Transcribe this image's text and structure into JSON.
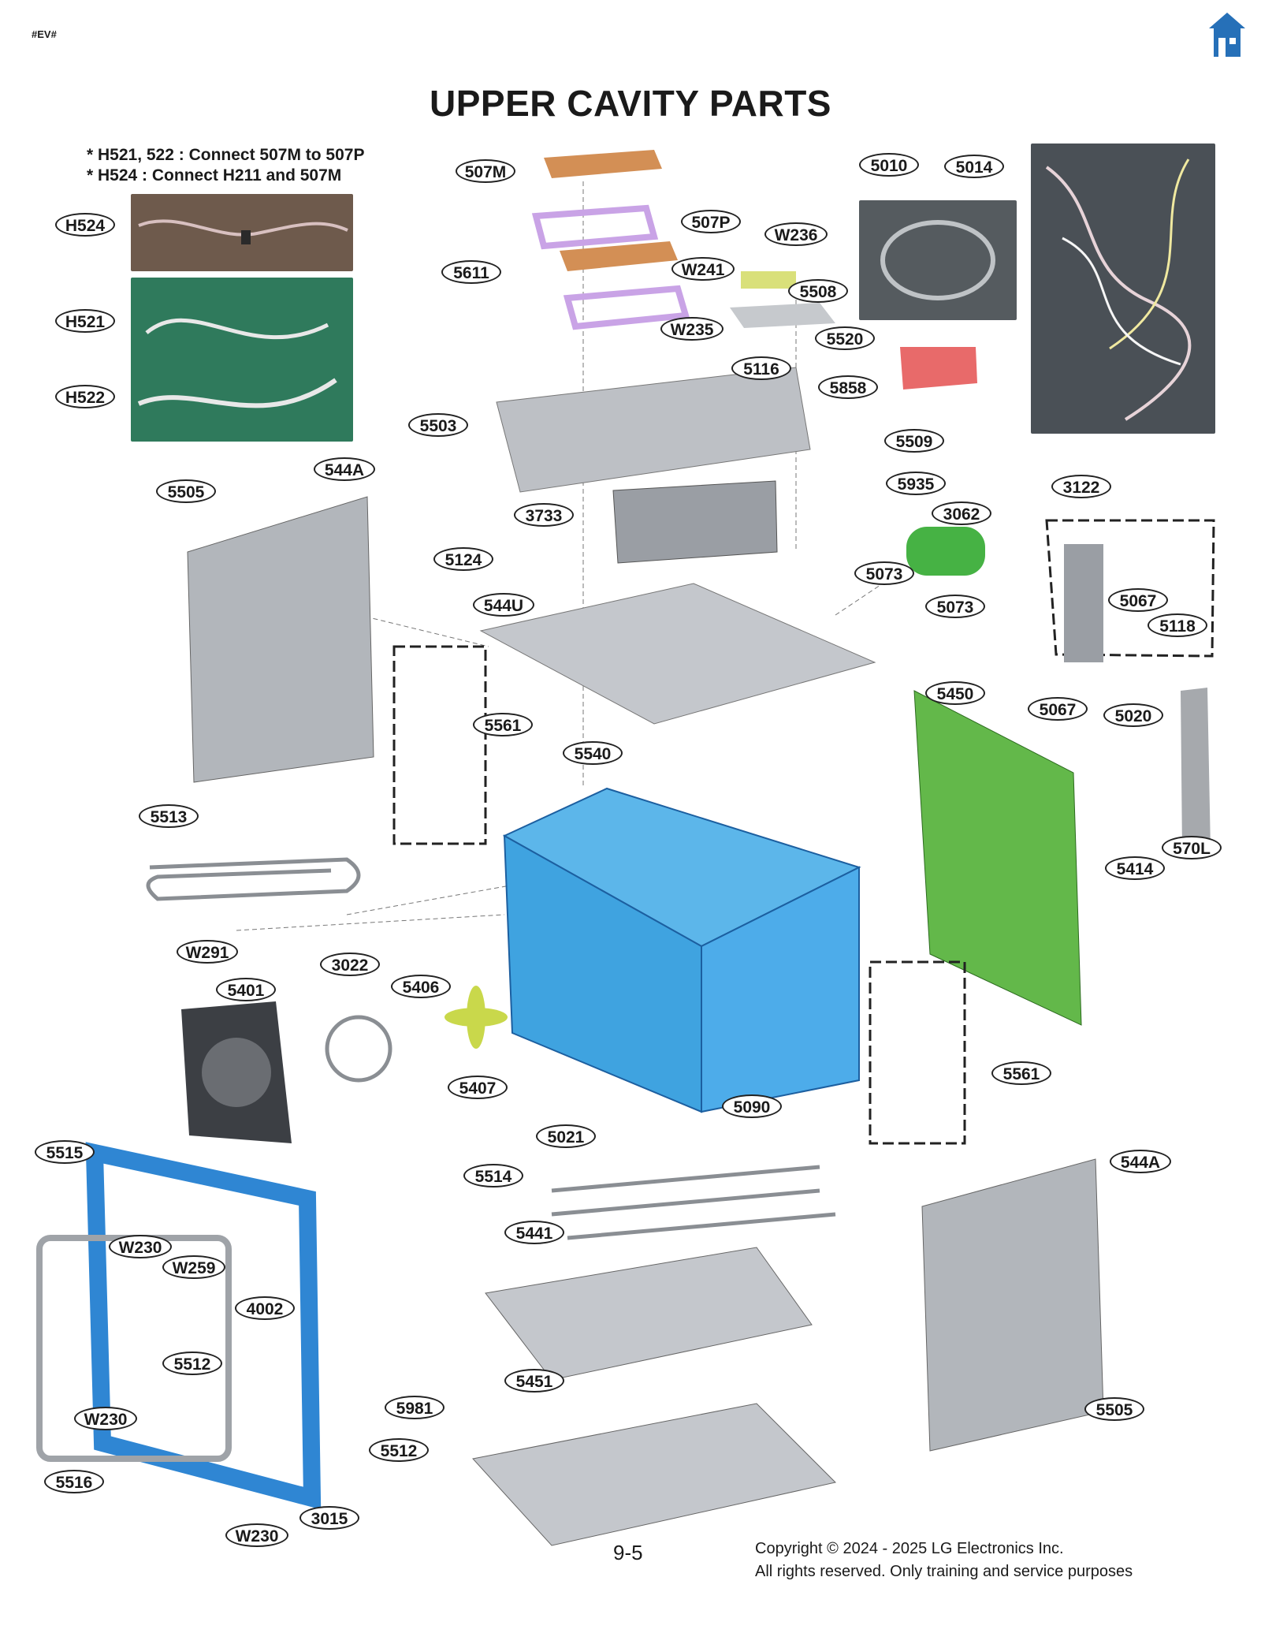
{
  "header": {
    "tag": "#EV#",
    "title": "UPPER CAVITY PARTS",
    "home_icon": "home-icon"
  },
  "notes": [
    "* H521, 522 : Connect 507M to 507P",
    "* H524 : Connect H211 and 507M"
  ],
  "parts": [
    "H524",
    "H521",
    "H522",
    "507M",
    "507P",
    "5611",
    "W236",
    "W241",
    "5508",
    "W235",
    "5520",
    "5010",
    "5014",
    "5116",
    "5858",
    "5509",
    "5503",
    "5935",
    "544A",
    "5505",
    "3733",
    "3062",
    "5124",
    "3122",
    "5073",
    "5067",
    "5118",
    "544U",
    "5561",
    "5540",
    "5450",
    "5020",
    "5513",
    "570L",
    "5414",
    "W291",
    "3022",
    "5406",
    "5401",
    "5407",
    "5090",
    "5021",
    "5515",
    "5514",
    "W230",
    "W259",
    "5441",
    "4002",
    "5512",
    "5451",
    "5981",
    "5516",
    "3015"
  ],
  "footer": {
    "page": "9-5",
    "copyright_line1": "Copyright © 2024 - 2025 LG Electronics Inc.",
    "copyright_line2": "All rights reserved. Only training and service purposes"
  },
  "colors": {
    "cavity_blue": "#3fa3e0",
    "panel_green": "#63b84a",
    "bracket_purple": "#c9a3e6",
    "heater_pad": "#d38f55",
    "box_red": "#e86a6a",
    "frame_blue": "#2f86d3",
    "metal_gray": "#b8bcc2"
  }
}
